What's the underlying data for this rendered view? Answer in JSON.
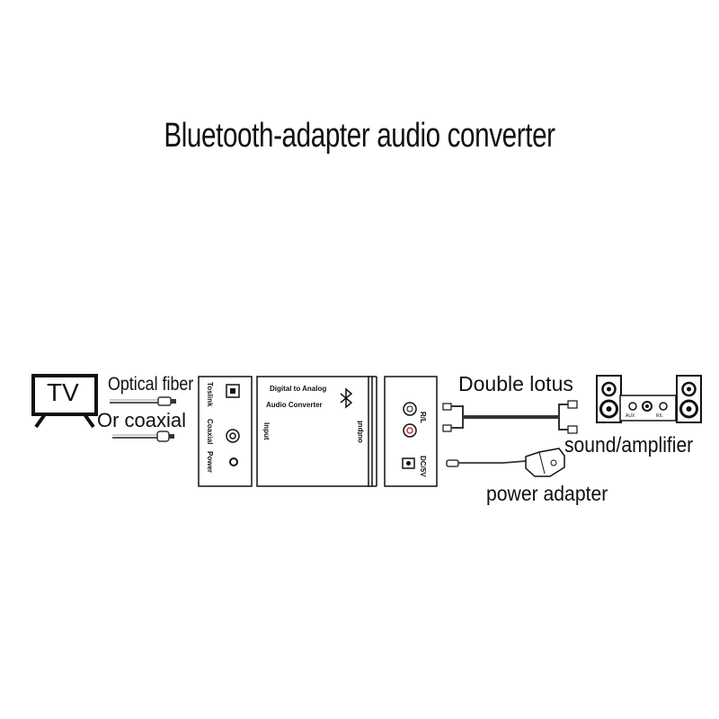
{
  "title": "Bluetooth-adapter audio converter",
  "tv": {
    "label": "TV"
  },
  "cables": {
    "optical_label": "Optical fiber",
    "coaxial_label": "Or coaxial",
    "double_lotus_label": "Double lotus",
    "power_adapter_label": "power adapter"
  },
  "input_panel": {
    "port_labels": [
      "Toslink",
      "Coaxial",
      "Power"
    ],
    "side_label": "Input"
  },
  "converter": {
    "line1": "Digital to Analog",
    "line2": "Audio Converter",
    "icon": "bluetooth-icon",
    "side_label": "output"
  },
  "output_panel": {
    "rl_label": "R/L",
    "dc_label": "DC/5V"
  },
  "speaker_group": {
    "label": "sound/amplifier",
    "amp_labels": [
      "AUX",
      "R/L"
    ]
  }
}
